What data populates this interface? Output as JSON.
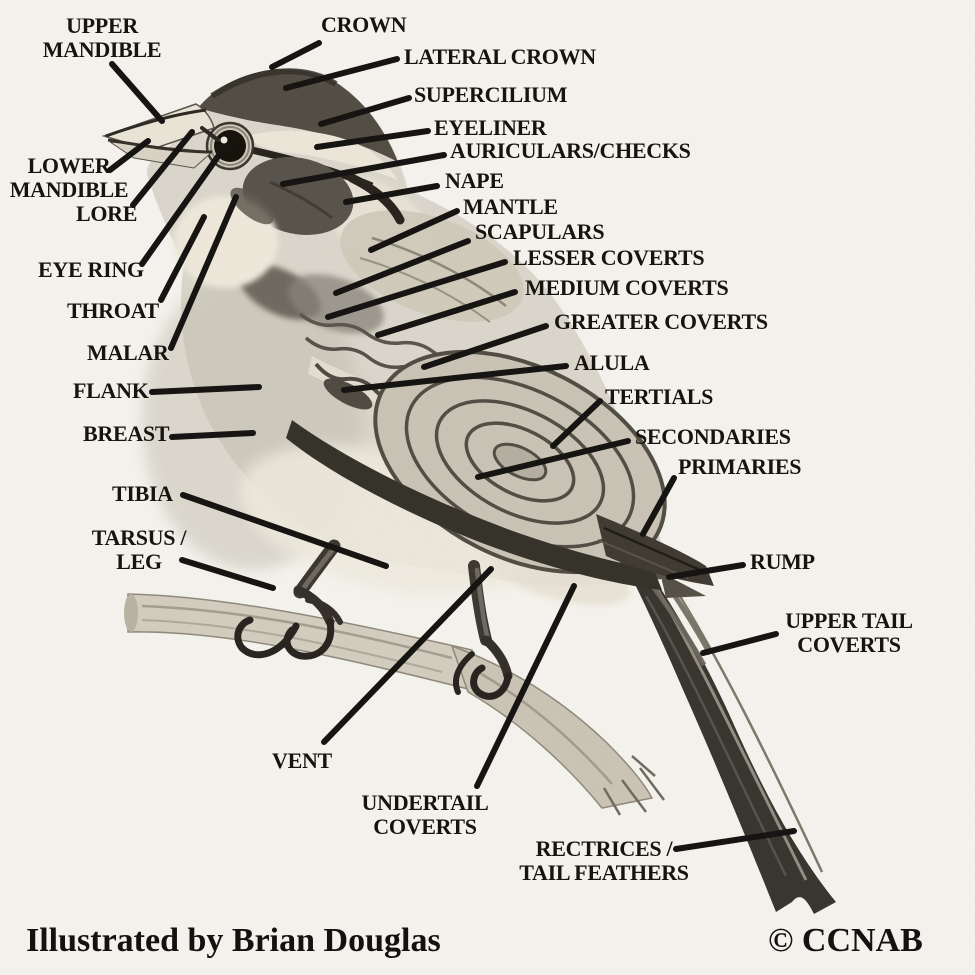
{
  "colors": {
    "background": "#f6f4ee",
    "ink": "#17130e"
  },
  "labels": [
    {
      "id": "upper-mandible",
      "text": "UPPER\nMANDIBLE"
    },
    {
      "id": "crown",
      "text": "CROWN"
    },
    {
      "id": "lateral-crown",
      "text": "LATERAL CROWN"
    },
    {
      "id": "supercilium",
      "text": "SUPERCILIUM"
    },
    {
      "id": "eyeliner",
      "text": "EYELINER"
    },
    {
      "id": "auriculars",
      "text": "AURICULARS/CHECKS"
    },
    {
      "id": "nape",
      "text": "NAPE"
    },
    {
      "id": "mantle",
      "text": "MANTLE"
    },
    {
      "id": "scapulars",
      "text": "SCAPULARS"
    },
    {
      "id": "lesser-coverts",
      "text": "LESSER COVERTS"
    },
    {
      "id": "medium-coverts",
      "text": "MEDIUM COVERTS"
    },
    {
      "id": "greater-coverts",
      "text": "GREATER COVERTS"
    },
    {
      "id": "alula",
      "text": "ALULA"
    },
    {
      "id": "tertials",
      "text": "TERTIALS"
    },
    {
      "id": "secondaries",
      "text": "SECONDARIES"
    },
    {
      "id": "primaries",
      "text": "PRIMARIES"
    },
    {
      "id": "rump",
      "text": "RUMP"
    },
    {
      "id": "upper-tail-coverts",
      "text": "UPPER TAIL\nCOVERTS"
    },
    {
      "id": "lower-mandible",
      "text": "LOWER\nMANDIBLE"
    },
    {
      "id": "lore",
      "text": "LORE"
    },
    {
      "id": "eye-ring",
      "text": "EYE RING"
    },
    {
      "id": "throat",
      "text": "THROAT"
    },
    {
      "id": "malar",
      "text": "MALAR"
    },
    {
      "id": "flank",
      "text": "FLANK"
    },
    {
      "id": "breast",
      "text": "BREAST"
    },
    {
      "id": "tibia",
      "text": "TIBIA"
    },
    {
      "id": "tarsus-leg",
      "text": "TARSUS /\nLEG"
    },
    {
      "id": "vent",
      "text": "VENT"
    },
    {
      "id": "undertail-coverts",
      "text": "UNDERTAIL\nCOVERTS"
    },
    {
      "id": "rectrices",
      "text": "RECTRICES /\nTAIL FEATHERS"
    }
  ],
  "captions": {
    "artist": "Illustrated by Brian Douglas",
    "copyright": "© CCNAB"
  }
}
